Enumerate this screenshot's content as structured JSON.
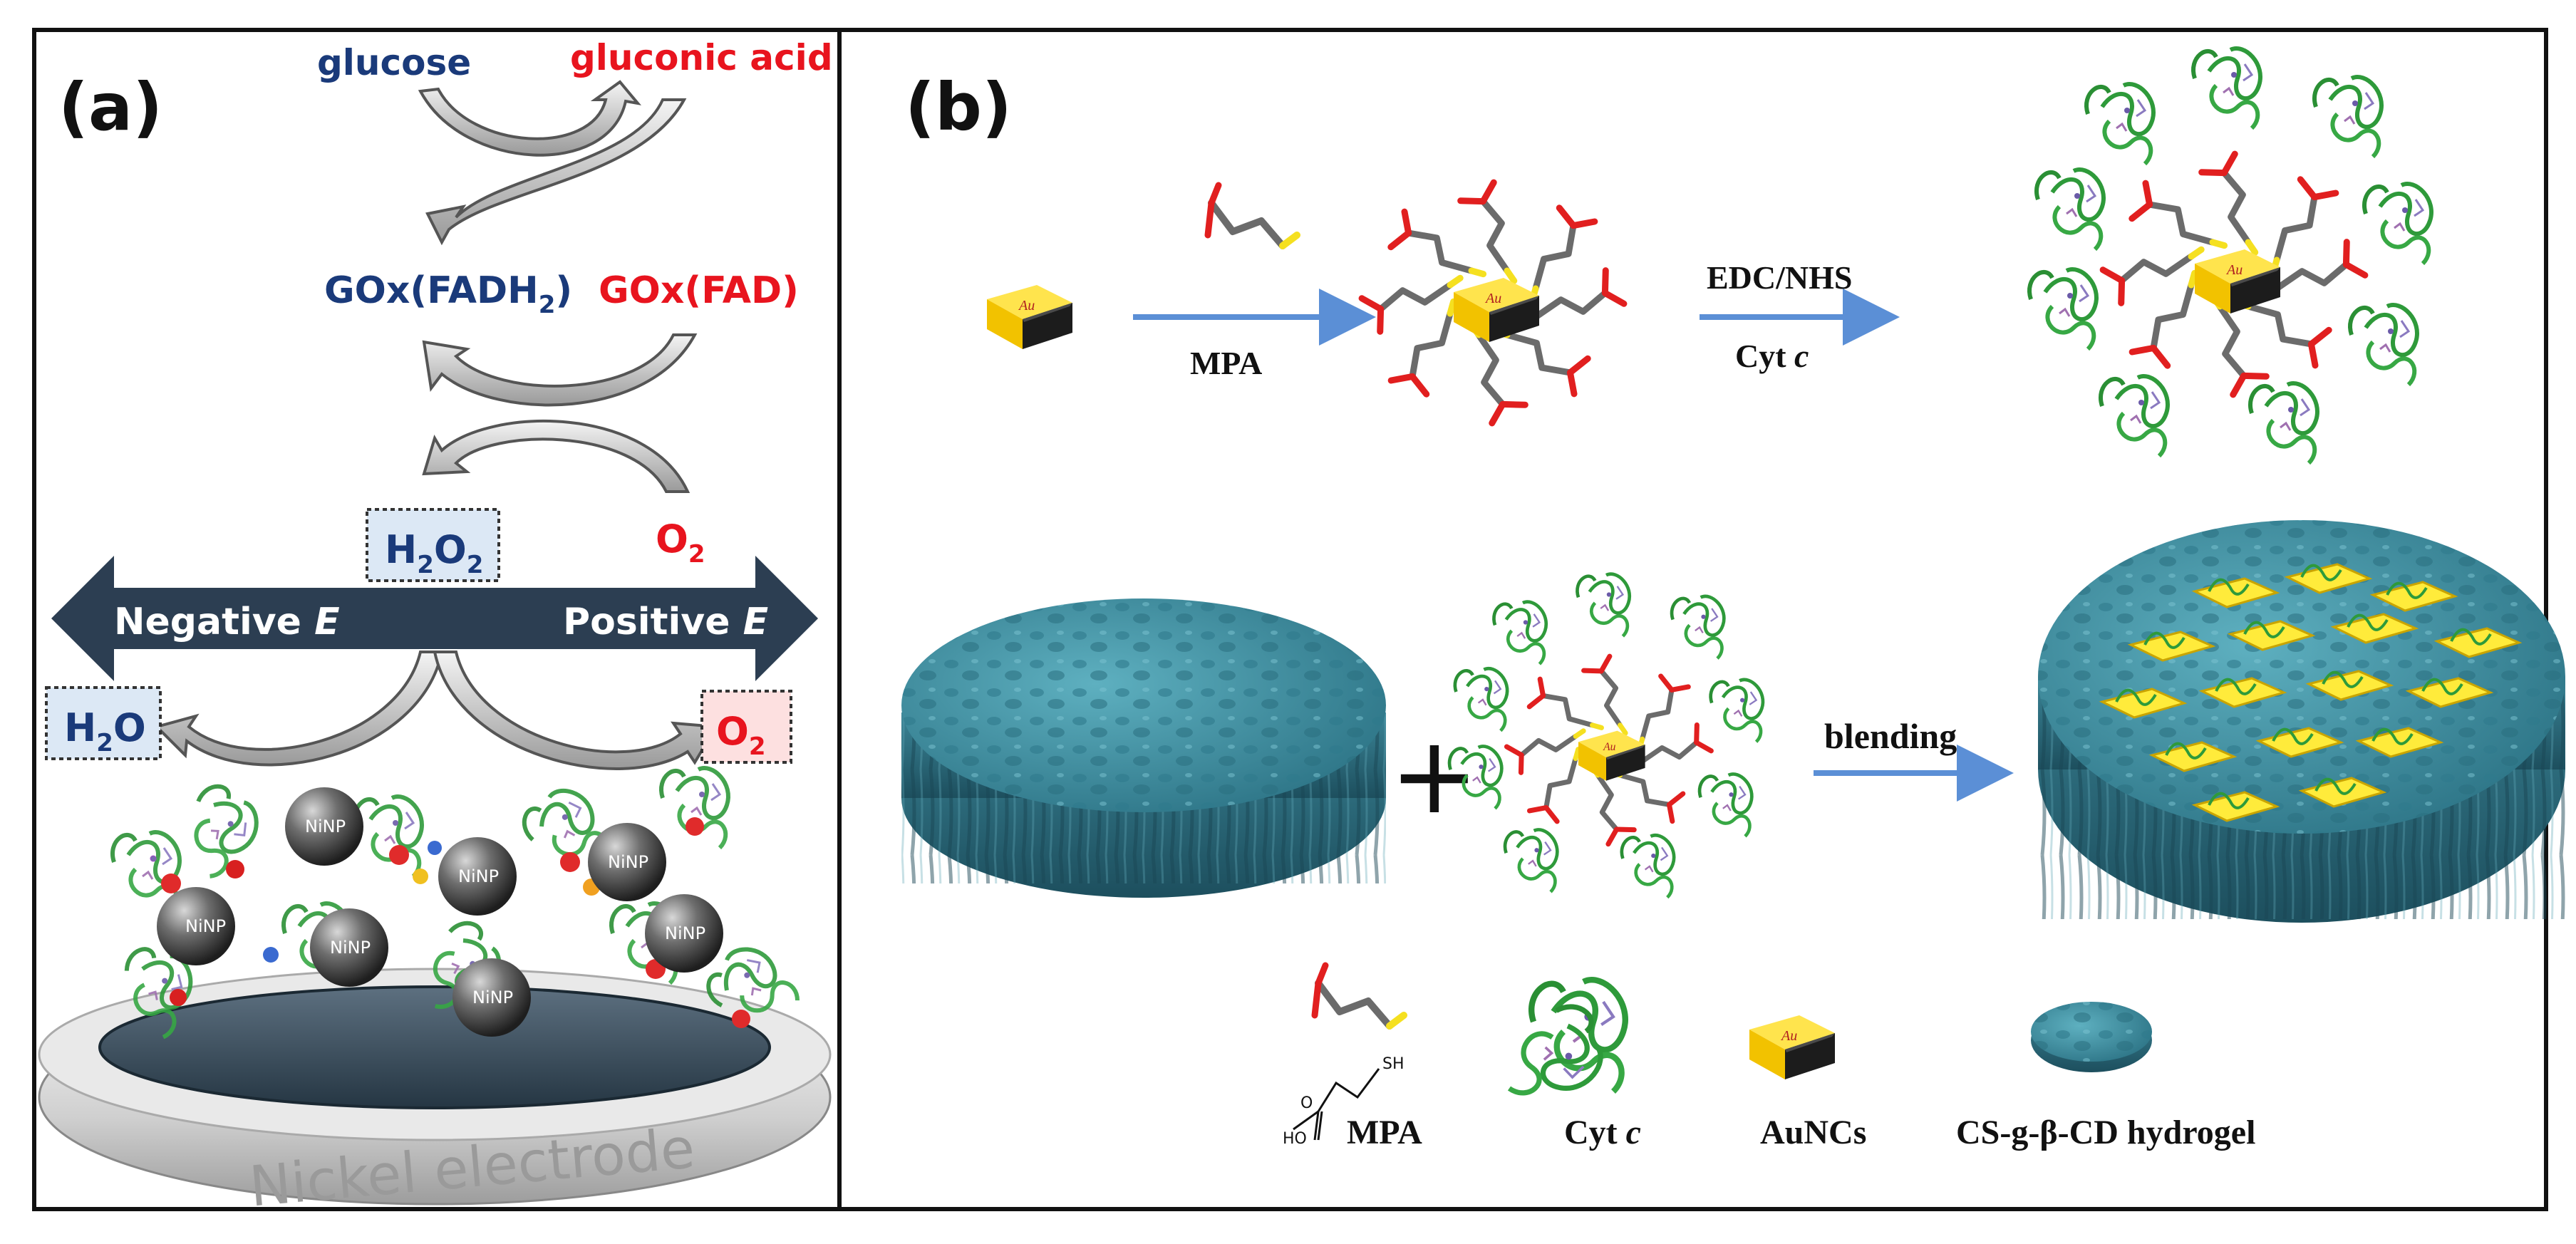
{
  "panel_a": {
    "label": "(a)",
    "glucose": "glucose",
    "gluconic_acid": "gluconic acid",
    "gox_fadh2": "GOx(FADH",
    "gox_fadh2_sub": "2",
    "gox_fadh2_close": ")",
    "gox_fad": "GOx(FAD)",
    "h2o2_h": "H",
    "h2o2_sub1": "2",
    "h2o2_o": "O",
    "h2o2_sub2": "2",
    "o2_top": "O",
    "o2_top_sub": "2",
    "negative_e": "Negative ",
    "negative_e_italic": "E",
    "positive_e": "Positive ",
    "positive_e_italic": "E",
    "h2o_h": "H",
    "h2o_sub": "2",
    "h2o_o": "O",
    "o2_box": "O",
    "o2_box_sub": "2",
    "ninp_label": "NiNP",
    "electrode": "Nickel electrode",
    "colors": {
      "blue": "#1a3a7a",
      "red": "#e8141e",
      "arrow_dark": "#2c3e52",
      "box_blue": "#dce8f5",
      "box_red": "#fde0e0"
    }
  },
  "panel_b": {
    "label": "(b)",
    "au_text": "Au",
    "mpa": "MPA",
    "edc_nhs": "EDC/NHS",
    "cyt_c_arrow": "Cyt ",
    "cyt_c_arrow_italic": "c",
    "blending": "blending",
    "plus": "+",
    "legend": {
      "mpa": "MPA",
      "mpa_sh": "SH",
      "mpa_ho": "HO",
      "mpa_o": "O",
      "cyt_c": "Cyt ",
      "cyt_c_italic": "c",
      "aunc": "AuNCs",
      "hydrogel": "CS-g-β-CD hydrogel"
    },
    "colors": {
      "gold": "#f2c800",
      "gold_dark": "#a88a00",
      "arrow_blue": "#5b8fd6",
      "hydrogel": "#3d8a9c",
      "protein": "#2e9a3a"
    }
  }
}
